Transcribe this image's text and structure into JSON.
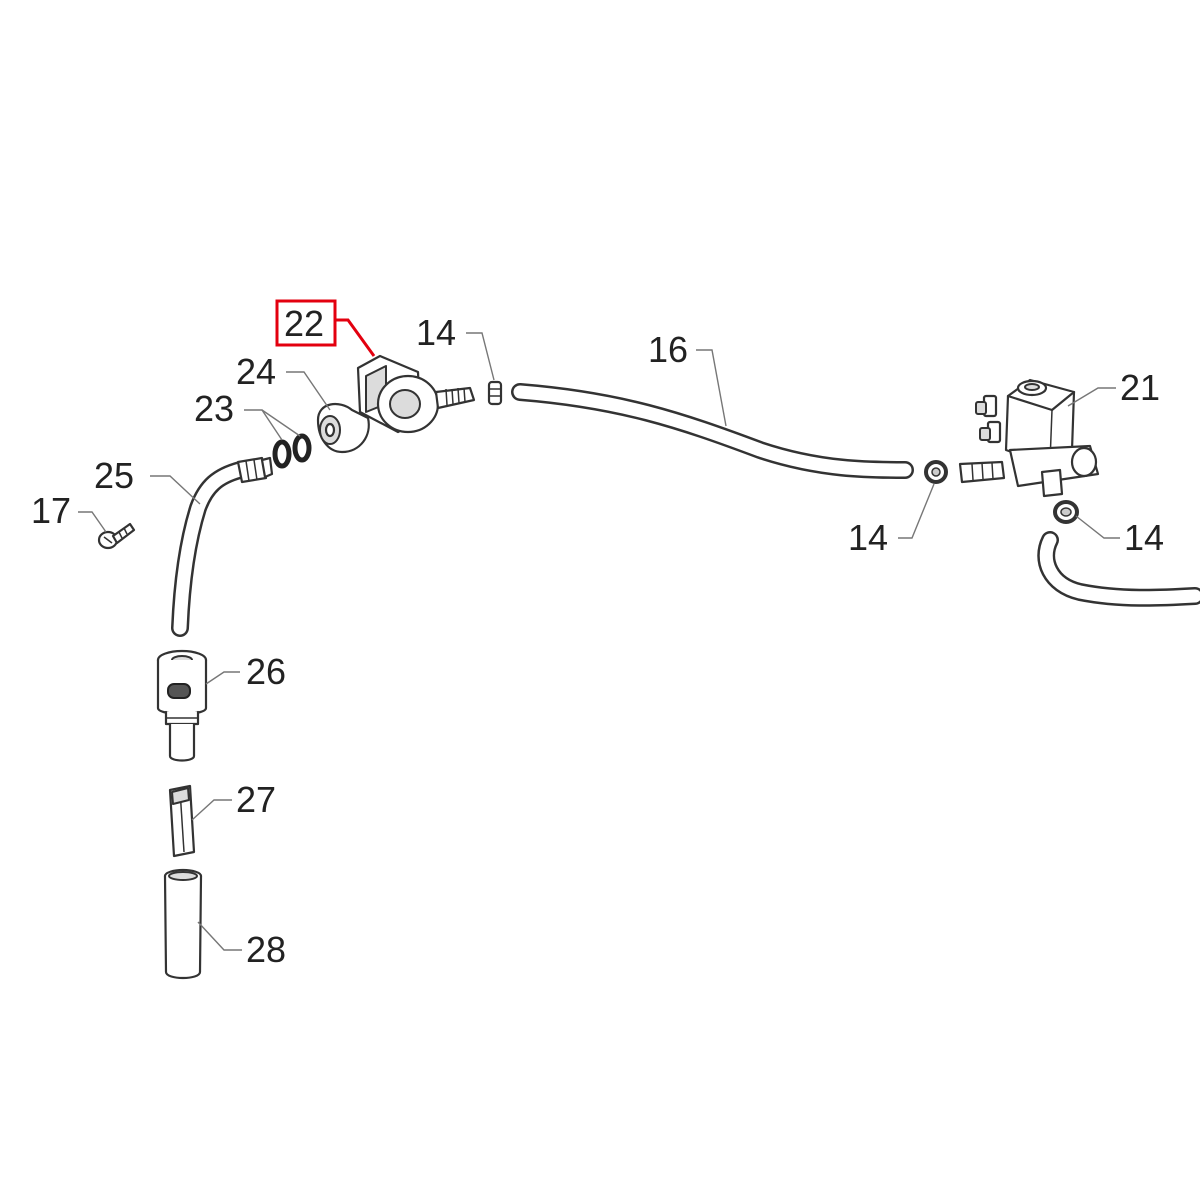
{
  "diagram": {
    "highlight_color": "#e3000f",
    "line_color": "#333333",
    "callouts": [
      {
        "id": "c22",
        "label": "22",
        "highlighted": true
      },
      {
        "id": "c24",
        "label": "24"
      },
      {
        "id": "c23",
        "label": "23"
      },
      {
        "id": "c25",
        "label": "25"
      },
      {
        "id": "c17",
        "label": "17"
      },
      {
        "id": "c14a",
        "label": "14"
      },
      {
        "id": "c16",
        "label": "16"
      },
      {
        "id": "c21",
        "label": "21"
      },
      {
        "id": "c14b",
        "label": "14"
      },
      {
        "id": "c14c",
        "label": "14"
      },
      {
        "id": "c26",
        "label": "26"
      },
      {
        "id": "c27",
        "label": "27"
      },
      {
        "id": "c28",
        "label": "28"
      }
    ]
  }
}
